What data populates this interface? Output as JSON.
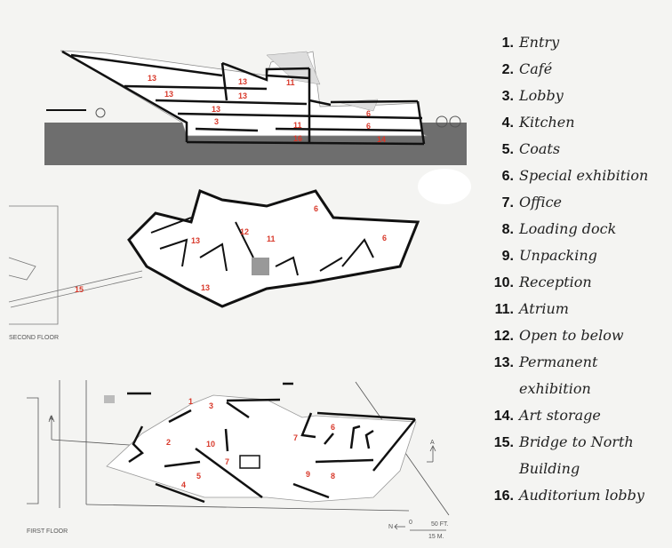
{
  "section": {
    "room_labels": [
      "13",
      "13",
      "13",
      "13",
      "13",
      "3",
      "11",
      "11",
      "16",
      "6",
      "6",
      "14"
    ]
  },
  "second_floor": {
    "caption": "SECOND FLOOR",
    "room_labels": [
      "6",
      "6",
      "12",
      "11",
      "13",
      "13",
      "15"
    ]
  },
  "first_floor": {
    "caption": "FIRST FLOOR",
    "section_marker": "A",
    "room_labels": [
      "1",
      "3",
      "2",
      "10",
      "7",
      "7",
      "6",
      "5",
      "4",
      "9",
      "8"
    ],
    "north_label": "N",
    "scale_zero": "0",
    "scale_ft": "50 FT.",
    "scale_m": "15 M."
  },
  "legend": [
    {
      "num": "1.",
      "text": "Entry"
    },
    {
      "num": "2.",
      "text": "Café"
    },
    {
      "num": "3.",
      "text": "Lobby"
    },
    {
      "num": "4.",
      "text": "Kitchen"
    },
    {
      "num": "5.",
      "text": "Coats"
    },
    {
      "num": "6.",
      "text": "Special exhibition"
    },
    {
      "num": "7.",
      "text": "Office"
    },
    {
      "num": "8.",
      "text": "Loading dock"
    },
    {
      "num": "9.",
      "text": "Unpacking"
    },
    {
      "num": "10.",
      "text": "Reception"
    },
    {
      "num": "11.",
      "text": "Atrium"
    },
    {
      "num": "12.",
      "text": "Open to below"
    },
    {
      "num": "13.",
      "text": "Permanent",
      "text2": "exhibition"
    },
    {
      "num": "14.",
      "text": "Art storage"
    },
    {
      "num": "15.",
      "text": "Bridge to North",
      "text2": "Building"
    },
    {
      "num": "16.",
      "text": "Auditorium lobby"
    }
  ]
}
